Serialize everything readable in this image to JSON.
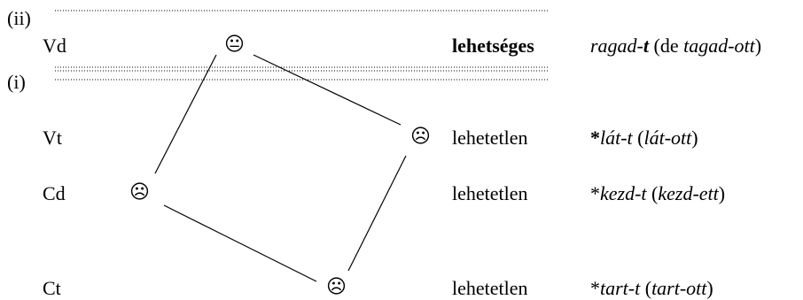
{
  "levels": {
    "ii": "(ii)",
    "i": "(i)"
  },
  "rows": [
    {
      "code": "Vd",
      "face": "😐",
      "status": "lehetséges",
      "ex": {
        "a": "ragad-",
        "b": "t",
        "c": " (de ",
        "d": "tagad-ott",
        "e": ")"
      }
    },
    {
      "code": "Vt",
      "face": "☹",
      "status": "lehetetlen",
      "ex": {
        "a": "*",
        "b": "lát-t",
        "c": " (",
        "d": "lát-ott",
        "e": ")"
      }
    },
    {
      "code": "Cd",
      "face": "☹",
      "status": "lehetetlen",
      "ex": {
        "a": "*",
        "b": "kezd-t",
        "c": " (",
        "d": "kezd-ett",
        "e": ")"
      }
    },
    {
      "code": "Ct",
      "face": "☹",
      "status": "lehetetlen",
      "ex": {
        "a": "*",
        "b": "tart-t",
        "c": " (",
        "d": "tart-ott",
        "e": ")"
      }
    }
  ]
}
